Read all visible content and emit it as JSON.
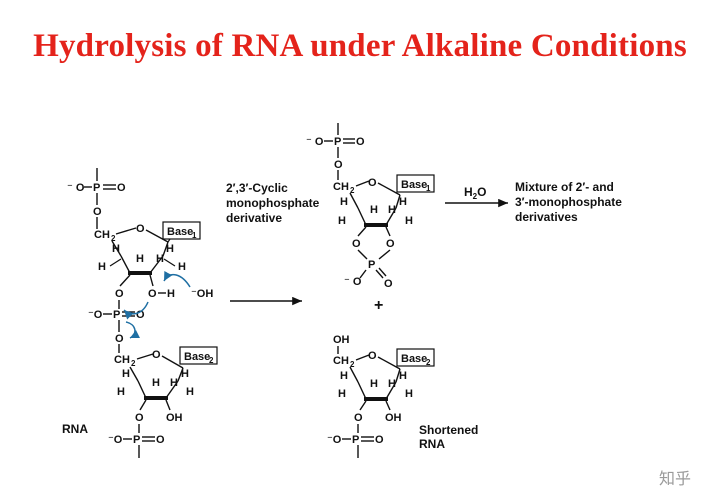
{
  "title": "Hydrolysis of RNA under Alkaline Conditions",
  "labels": {
    "rna": "RNA",
    "cyclic_line1": "2′,3′-Cyclic",
    "cyclic_line2": "monophosphate",
    "cyclic_line3": "derivative",
    "water": "H",
    "water_sub": "2",
    "water_o": "O",
    "mixture_line1": "Mixture  of 2′- and",
    "mixture_line2": "3′-monophosphate",
    "mixture_line3": "derivatives",
    "shortened_line1": "Shortened",
    "shortened_line2": "RNA",
    "plus": "+",
    "hydroxide": "⁻OH"
  },
  "bases": {
    "base1": "Base",
    "base1_sub": "1",
    "base2": "Base",
    "base2_sub": "2"
  },
  "watermark": "知乎"
}
